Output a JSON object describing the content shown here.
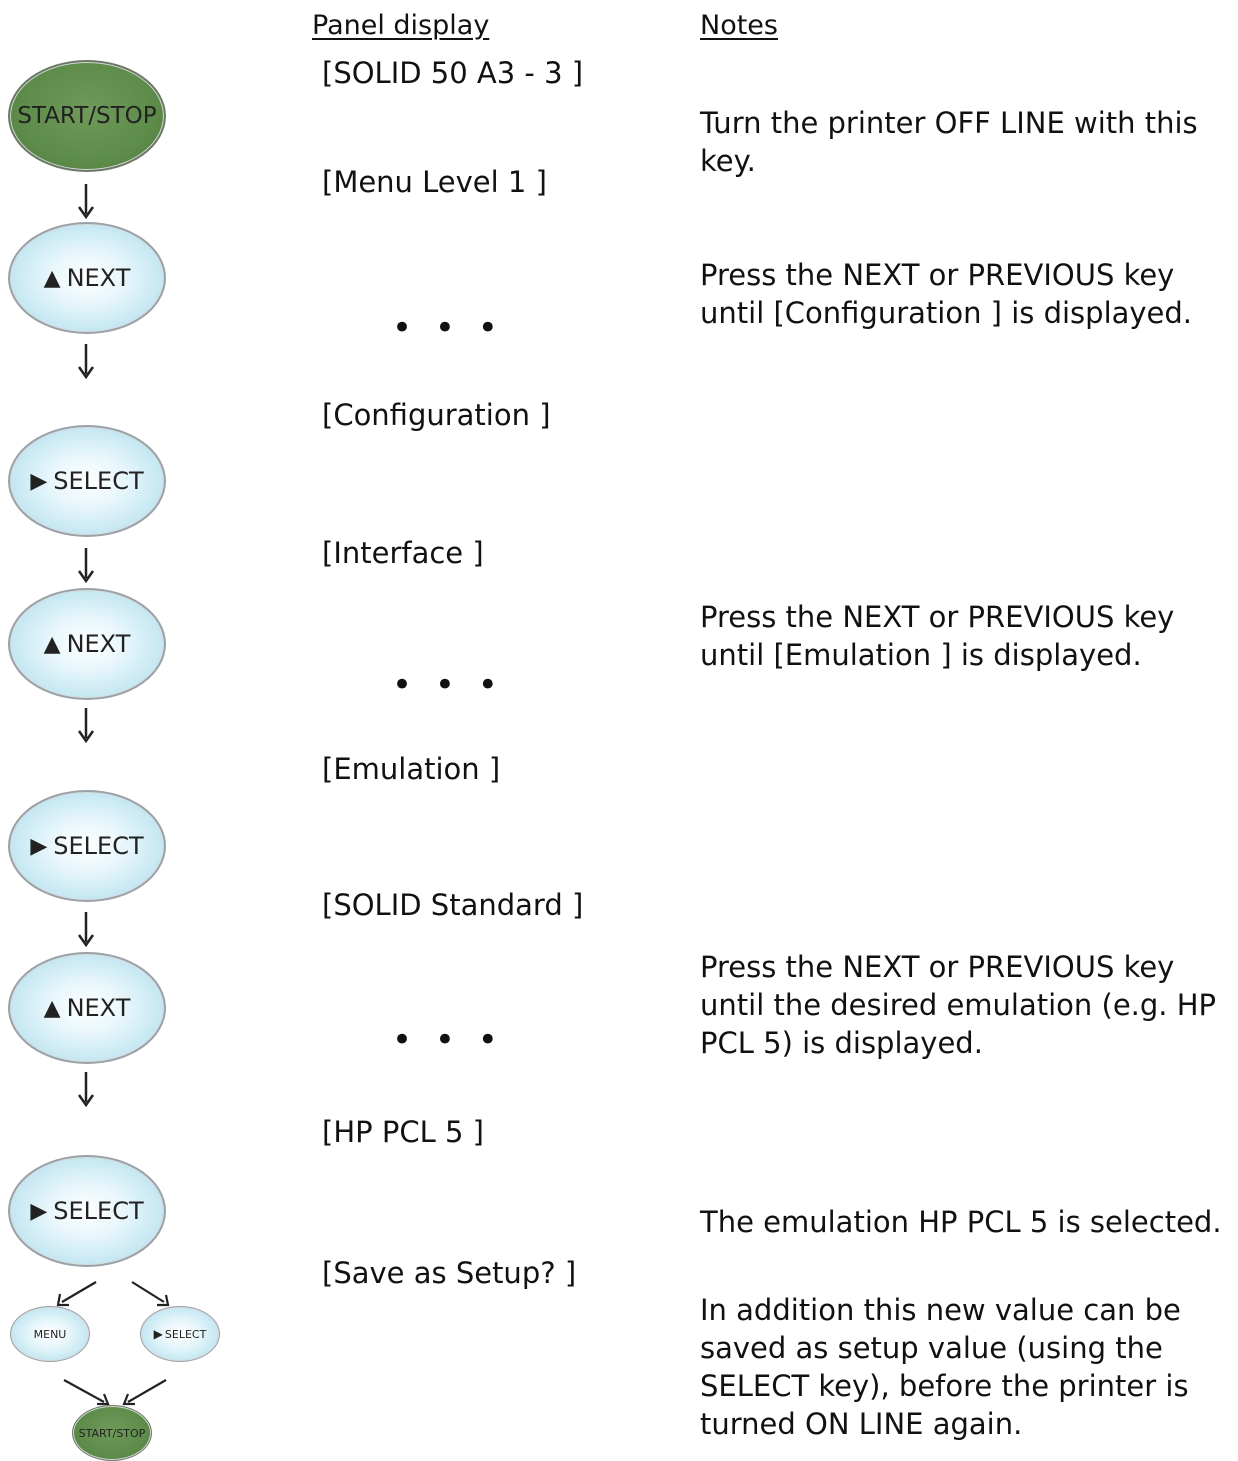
{
  "headers": {
    "panel_display": "Panel display",
    "notes": "Notes"
  },
  "keys": {
    "start_stop": "START/STOP",
    "next": "NEXT",
    "select": "SELECT",
    "menu": "MENU",
    "up_triangle": "▲",
    "right_triangle": "▶"
  },
  "display": {
    "d1": "[SOLID 50 A3 - 3 ]",
    "d2": "[Menu Level 1 ]",
    "d3": "[Configuration ]",
    "d4": "[Interface ]",
    "d5": "[Emulation ]",
    "d6": "[SOLID Standard ]",
    "d7": "[HP PCL 5 ]",
    "d8": "[Save as Setup? ]",
    "ellipsis": "• • •"
  },
  "notes": {
    "n1": "Turn the printer OFF LINE with this key.",
    "n2": "Press the NEXT or PREVIOUS key until [Configuration ] is displayed.",
    "n3": "Press the NEXT or PREVIOUS key until [Emulation ] is displayed.",
    "n4": "Press the NEXT or PREVIOUS key until the desired emulation (e.g. HP PCL 5) is displayed.",
    "n5": "The emulation HP PCL 5 is selected.",
    "n6": "In addition this new value can be saved as setup value (using the SELECT key), before the printer is turned ON LINE  again."
  },
  "colors": {
    "key_blue": "#bfe5f1",
    "key_green": "#5e8c4a"
  }
}
